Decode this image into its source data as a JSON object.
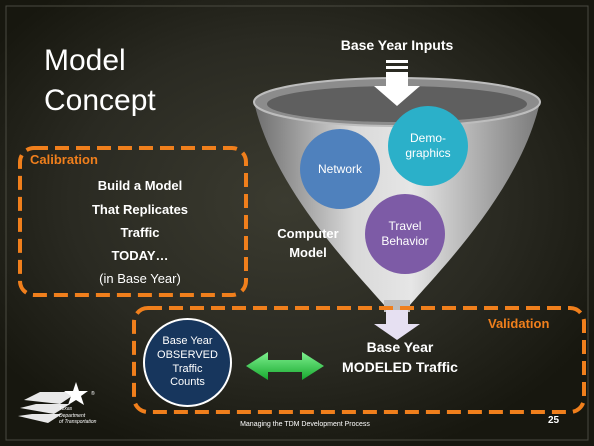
{
  "slide": {
    "title_line1": "Model",
    "title_line2": "Concept",
    "inputs_title": "Base Year Inputs",
    "computer_model_line1": "Computer",
    "computer_model_line2": "Model",
    "slide_number": "25",
    "footer": "Managing the TDM Development Process"
  },
  "funnel": {
    "circles": [
      {
        "label_line1": "Network",
        "label_line2": "",
        "color": "#4f81bd",
        "icon": "network-circle"
      },
      {
        "label_line1": "Demo-",
        "label_line2": "graphics",
        "color": "#2bb0c9",
        "icon": "demographics-circle"
      },
      {
        "label_line1": "Travel",
        "label_line2": "Behavior",
        "color": "#7d5ba6",
        "icon": "travel-behavior-circle"
      }
    ]
  },
  "calibration": {
    "label": "Calibration",
    "lines": [
      "Build a Model",
      "That Replicates",
      "Traffic",
      "TODAY…"
    ],
    "note": "(in Base Year)"
  },
  "validation": {
    "label": "Validation",
    "observed": [
      "Base Year",
      "OBSERVED",
      "Traffic",
      "Counts"
    ],
    "modeled": [
      "Base Year",
      "MODELED Traffic"
    ]
  },
  "logo": {
    "lines": [
      "Texas",
      "Department",
      "of Transportation"
    ],
    "icon": "txdot-star-logo",
    "registered": "®"
  },
  "colors": {
    "accent_orange": "#f07f1c",
    "background": "#1c1c16",
    "arrow_green": "#22c73e"
  }
}
